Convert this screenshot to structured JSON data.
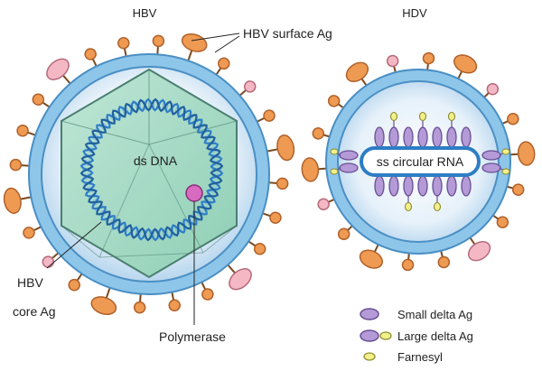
{
  "hbv": {
    "title": "HBV",
    "surface_label": "HBV surface Ag",
    "dna_label": "ds DNA",
    "core_label_line1": "HBV",
    "core_label_line2": "core Ag",
    "polymerase_label": "Polymerase"
  },
  "hdv": {
    "title": "HDV",
    "rna_label": "ss circular RNA"
  },
  "legend": {
    "small_delta": "Small delta Ag",
    "large_delta": "Large delta Ag",
    "farnesyl": "Farnesyl"
  },
  "colors": {
    "membrane": "#8ec6ea",
    "membrane_edge": "#4a8fc4",
    "interior": "#dcecf7",
    "capsid": "#a9dcc9",
    "capsid_edge": "#4a7f6e",
    "dna": "#2e7dc4",
    "polymerase": "#d66bbf",
    "surface_ag": "#ef9a52",
    "small_surface": "#f4b8c4",
    "delta_ag": "#b49ad6",
    "farnesyl": "#f1f08a"
  }
}
